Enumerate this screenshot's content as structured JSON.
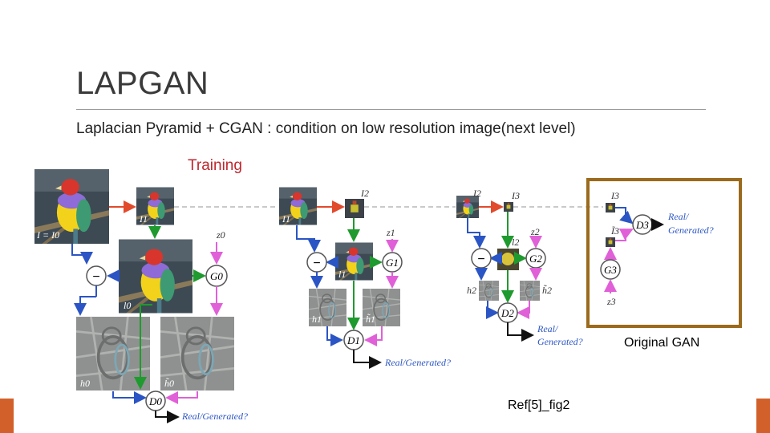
{
  "slide": {
    "title": "LAPGAN",
    "subtitle": "Laplacian Pyramid + CGAN : condition on low resolution image(next level)",
    "training_label": "Training",
    "original_gan_label": "Original GAN",
    "reference": "Ref[5]_fig2"
  },
  "diagram": {
    "label_i_eq_i0": "I = I0",
    "label_i1": "I1",
    "label_i2": "I2",
    "label_i3": "I3",
    "label_i3_tilde": "Ĩ3",
    "label_l0": "l0",
    "label_l1": "l1",
    "label_l2": "l2",
    "label_z0": "z0",
    "label_z1": "z1",
    "label_z2": "z2",
    "label_z3": "z3",
    "label_h0": "h0",
    "label_h0_tilde": "h̃0",
    "label_h1": "h1",
    "label_h1_tilde": "h̃1",
    "label_h2": "h2",
    "label_h2_tilde": "h̃2",
    "minus": "−",
    "g0": "G0",
    "g1": "G1",
    "g2": "G2",
    "g3": "G3",
    "d0": "D0",
    "d1": "D1",
    "d2": "D2",
    "d3": "D3",
    "real_gen_0": "Real/Generated?",
    "real_gen_1": "Real/Generated?",
    "real_gen_2a": "Real/",
    "real_gen_2b": "Generated?",
    "real_gen_3a": "Real/",
    "real_gen_3b": "Generated?",
    "colors": {
      "red_arrow": "#e24a2c",
      "blue_arrow": "#2b55c4",
      "green_arrow": "#1f9a2e",
      "pink_arrow": "#e060d8",
      "gan_box": "#9b6a1c",
      "dashed": "#b8b8b8"
    }
  }
}
